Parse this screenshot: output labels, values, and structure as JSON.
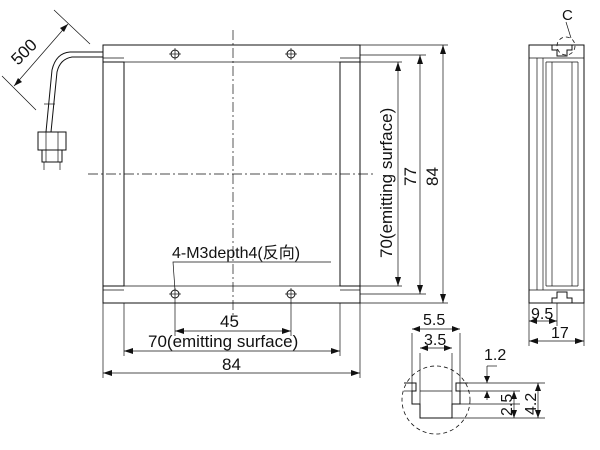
{
  "labels": {
    "cable_length": "500",
    "chamfer": "C",
    "emitting_height": "70(emitting surface)",
    "inner_height": "77",
    "outer_height": "84",
    "tapped_holes": "4-M3depth4(反向)",
    "hole_pitch": "45",
    "emitting_width": "70(emitting surface)",
    "outer_width": "84",
    "side_depth_small": "9.5",
    "side_depth": "17",
    "slot_outer": "5.5",
    "slot_inner": "3.5",
    "slot_lip": "1.2",
    "slot_step": "2.5",
    "slot_depth": "4.2"
  }
}
